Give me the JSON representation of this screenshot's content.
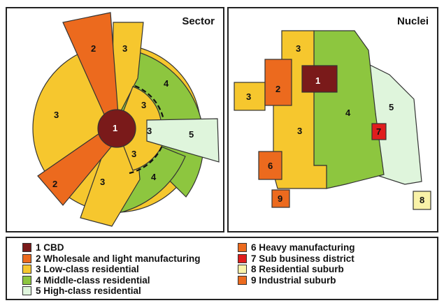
{
  "sector": {
    "title": "Sector",
    "labels": {
      "cbd": "1",
      "wholesale_top": "2",
      "wholesale_bottom": "2",
      "low_top": "3",
      "low_left": "3",
      "low_bottom": "3",
      "low_inner_1": "3",
      "low_inner_2": "3",
      "low_inner_3": "3",
      "middle_top": "4",
      "middle_bottom": "4",
      "high": "5"
    }
  },
  "nuclei": {
    "title": "Nuclei",
    "labels": {
      "low_top": "3",
      "low_left": "3",
      "low_center": "3",
      "wholesale": "2",
      "cbd": "1",
      "middle": "4",
      "high": "5",
      "sub_business": "7",
      "heavy": "6",
      "industrial_suburb": "9",
      "residential_suburb": "8"
    }
  },
  "legend": {
    "left": [
      {
        "label": "1 CBD",
        "color": "#7a1a1a"
      },
      {
        "label": "2 Wholesale and light manufacturing",
        "color": "#ec6a1e"
      },
      {
        "label": "3 Low-class residential",
        "color": "#f6c72e"
      },
      {
        "label": "4 Middle-class residential",
        "color": "#8dc63f"
      },
      {
        "label": "5 High-class residential",
        "color": "#dff5dc"
      }
    ],
    "right": [
      {
        "label": "6 Heavy manufacturing",
        "color": "#ec6a1e"
      },
      {
        "label": "7 Sub business district",
        "color": "#e01d1d"
      },
      {
        "label": "8 Residential suburb",
        "color": "#f9f2a8"
      },
      {
        "label": "9 Industrial suburb",
        "color": "#ec6a1e"
      }
    ]
  }
}
